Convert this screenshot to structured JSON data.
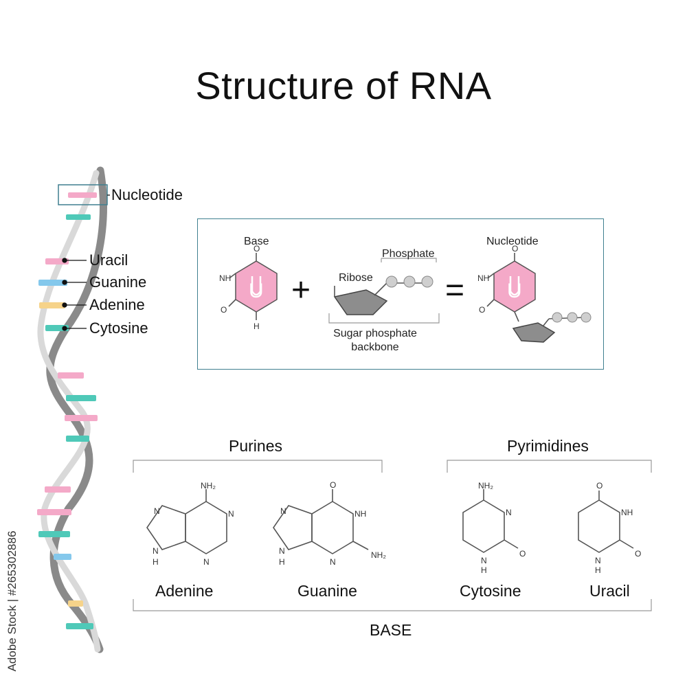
{
  "title": "Structure of RNA",
  "helix": {
    "labels": {
      "nucleotide": "Nucleotide",
      "uracil": "Uracil",
      "guanine": "Guanine",
      "adenine": "Adenine",
      "cytosine": "Cytosine"
    },
    "colors": {
      "uracil": "#f4a9c8",
      "guanine": "#84c8ec",
      "adenine": "#f6d38a",
      "cytosine": "#4fc9b8",
      "strand": "#8a8a8a",
      "box": "#3f7f8f"
    }
  },
  "equation": {
    "base_label": "Base",
    "ribose_label": "Ribose",
    "phosphate_label": "Phosphate",
    "backbone_label_line1": "Sugar phosphate",
    "backbone_label_line2": "backbone",
    "nucleotide_label": "Nucleotide",
    "plus": "+",
    "equals": "=",
    "base_letter": "U",
    "atoms": {
      "o": "O",
      "nh": "NH",
      "h": "H"
    }
  },
  "bases": {
    "purines_label": "Purines",
    "pyrimidines_label": "Pyrimidines",
    "base_label": "BASE",
    "items": [
      {
        "name": "Adenine"
      },
      {
        "name": "Guanine"
      },
      {
        "name": "Cytosine"
      },
      {
        "name": "Uracil"
      }
    ],
    "atoms": {
      "n": "N",
      "nh": "NH",
      "h": "H",
      "o": "O",
      "nh2": "NH₂"
    }
  },
  "watermark": "Adobe Stock | #265302886"
}
